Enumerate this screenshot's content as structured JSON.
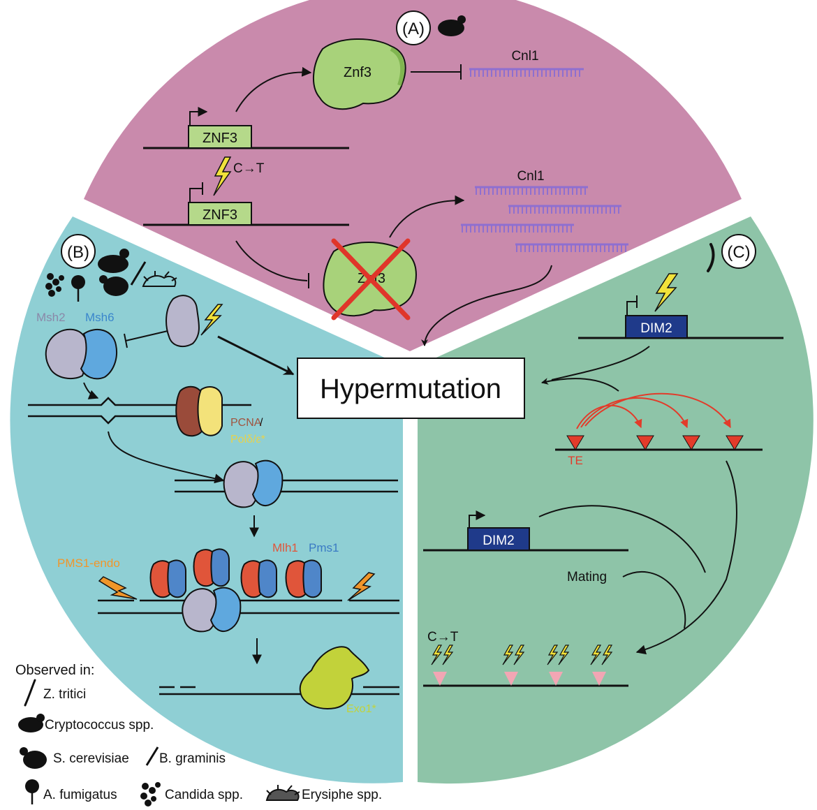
{
  "colors": {
    "panel_a": "#c98aac",
    "panel_b": "#8fcfd4",
    "panel_c": "#8ec4a8",
    "protein_green": "#a8d27a",
    "gene_green": "#b5d98a",
    "gene_blue": "#1f3a8a",
    "rna_purple": "#8e6fd0",
    "te_red": "#e23b2a",
    "bolt_yellow": "#f2e23a",
    "bolt_orange": "#f0962a",
    "msh2": "#b8b6cc",
    "msh6": "#5fa8de",
    "mlh1": "#e0553a",
    "pms1": "#4f86c9",
    "pcna": "#9a4b3a",
    "pol": "#f3e27a",
    "exo1": "#c2d23a",
    "cross_red": "#e0352a"
  },
  "panel_a": {
    "label": "(A)",
    "znf3_protein": "Znf3",
    "cnl1_top": "Cnl1",
    "gene_top": "ZNF3",
    "mutation": "C→T",
    "gene_bottom": "ZNF3",
    "cnl1_bottom": "Cnl1",
    "znf3_crossed": "Znf3"
  },
  "panel_b": {
    "label": "(B)",
    "msh2": "Msh2",
    "msh6": "Msh6",
    "pcna": "PCNA",
    "slash": "/",
    "pol": "Polδ/ε*",
    "mlh1": "Mlh1",
    "pms1": "Pms1",
    "pms1_endo": "PMS1-endo",
    "exo1": "Exo1*"
  },
  "center": {
    "title": "Hypermutation"
  },
  "panel_c": {
    "label": "(C)",
    "gene_top": "DIM2",
    "te": "TE",
    "gene_bottom": "DIM2",
    "mating": "Mating",
    "mutation": "C→T"
  },
  "legend": {
    "title": "Observed in:",
    "z_tritici": "Z. tritici",
    "cryptococcus": "Cryptococcus spp.",
    "s_cerevisiae": "S. cerevisiae",
    "b_graminis": "B. graminis",
    "a_fumigatus": "A. fumigatus",
    "candida": "Candida spp.",
    "erysiphe": "Erysiphe spp."
  }
}
